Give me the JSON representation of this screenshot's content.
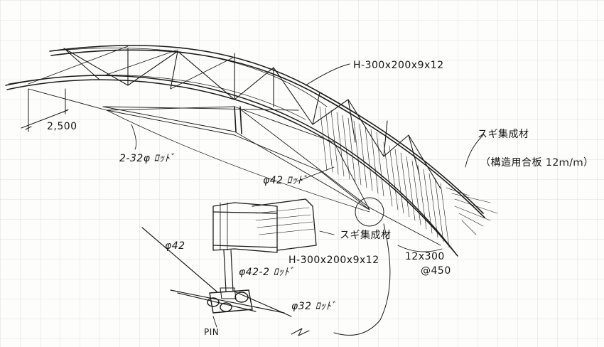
{
  "labels": {
    "dim_2500": "2,500",
    "tie_rod": "2-32φ ﾛｯﾄﾞ",
    "beam_main": "H-300x200x9x12",
    "deck_material": "スギ集成材",
    "deck_plywood": "（構造用合板 12ｍ/ｍ）",
    "rod_42": "φ42 ﾛｯﾄﾞ",
    "detail_material": "スギ集成材",
    "detail_beam": "H-300x200x9x12",
    "joist": "12x300",
    "joist_pitch": "@450",
    "phi42": "φ42",
    "rod_42_2": "φ42-2 ﾛｯﾄﾞ",
    "rod_32": "φ32 ﾛｯﾄﾞ",
    "pin": "PIN"
  },
  "colors": {
    "ink": "#1b1b1b",
    "paper": "#fdfdfc",
    "grid": "#a0aab4"
  }
}
